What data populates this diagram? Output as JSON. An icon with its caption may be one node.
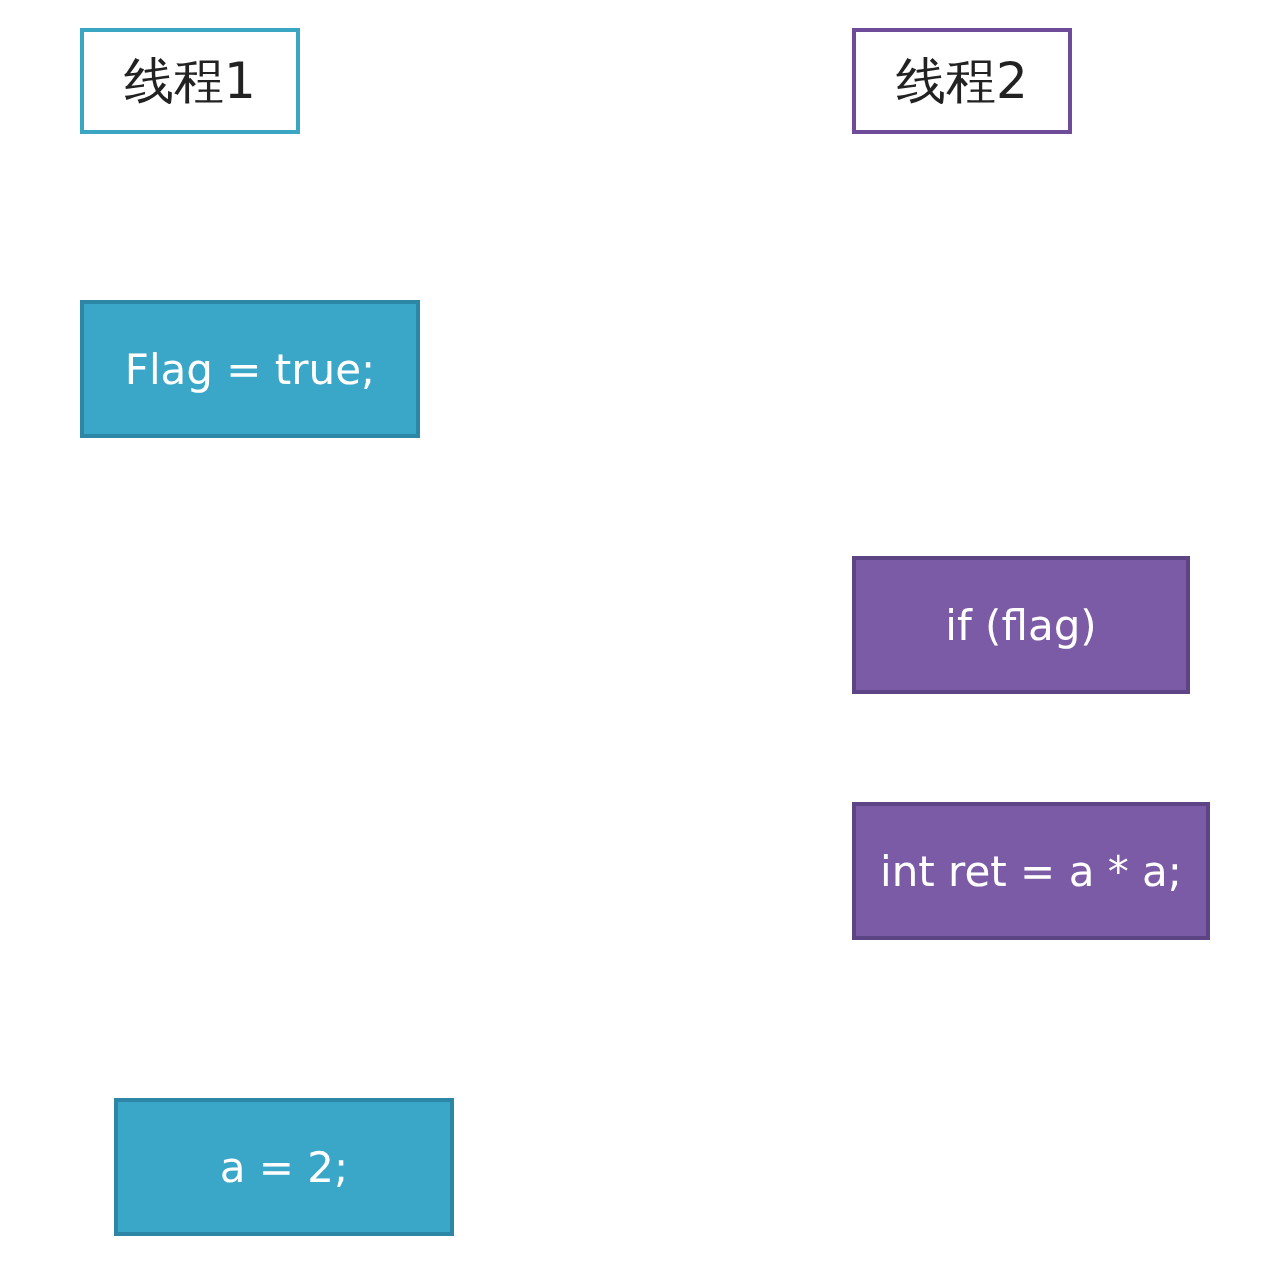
{
  "diagram": {
    "nodes": [
      {
        "text": [
          "线程1"
        ]
      },
      {
        "text": [
          "线程2"
        ]
      },
      {
        "text": [
          "Flag = true;"
        ]
      },
      {
        "text": [
          "if (flag)"
        ]
      },
      {
        "text": [
          "int ret = a * a;"
        ]
      },
      {
        "text": [
          "a = 2;"
        ]
      }
    ]
  }
}
